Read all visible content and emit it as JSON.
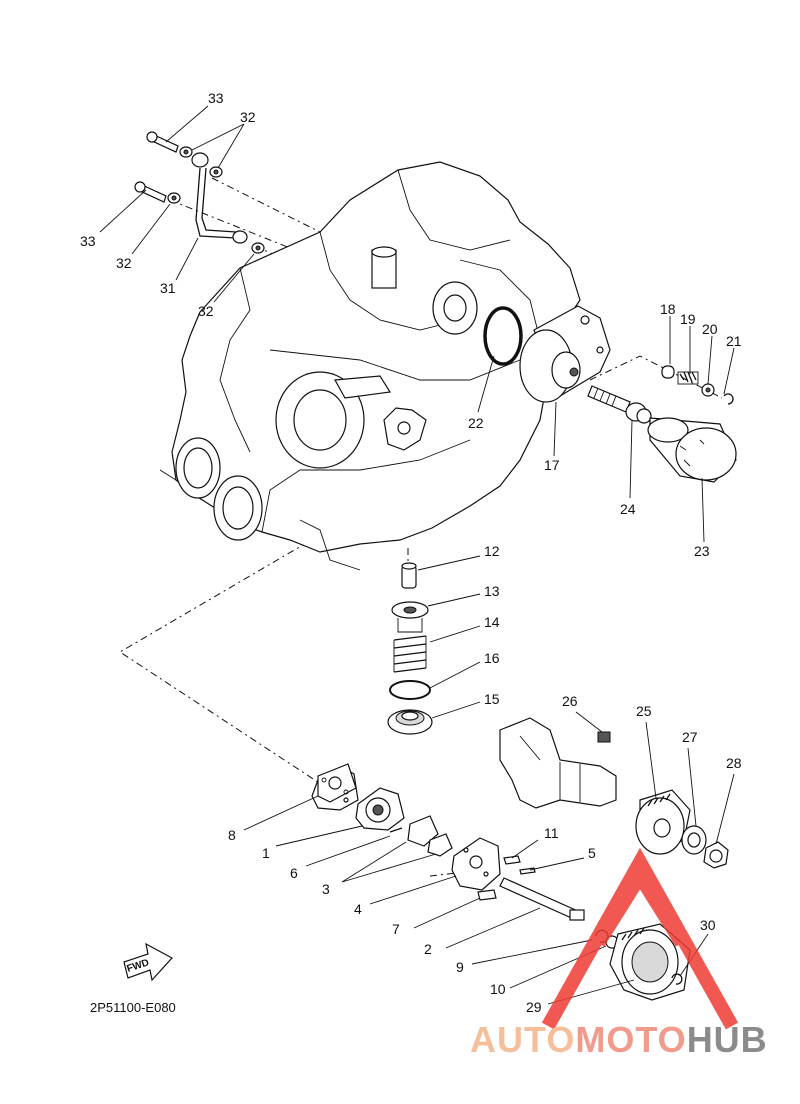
{
  "diagram_code": "2P51100-E080",
  "fwd_label": "FWD",
  "watermark": {
    "part1": "AUTO",
    "part2": "MOTO",
    "part3": "HUB",
    "color1": "#f5b58a",
    "color2": "#ef8a7a",
    "color3": "#777777",
    "triangle_color": "#ee3b33"
  },
  "callouts": [
    {
      "id": "33a",
      "text": "33"
    },
    {
      "id": "32a",
      "text": "32"
    },
    {
      "id": "33b",
      "text": "33"
    },
    {
      "id": "32b",
      "text": "32"
    },
    {
      "id": "31",
      "text": "31"
    },
    {
      "id": "32c",
      "text": "32"
    },
    {
      "id": "22",
      "text": "22"
    },
    {
      "id": "17",
      "text": "17"
    },
    {
      "id": "18",
      "text": "18"
    },
    {
      "id": "19",
      "text": "19"
    },
    {
      "id": "20",
      "text": "20"
    },
    {
      "id": "21",
      "text": "21"
    },
    {
      "id": "24",
      "text": "24"
    },
    {
      "id": "23",
      "text": "23"
    },
    {
      "id": "12",
      "text": "12"
    },
    {
      "id": "13",
      "text": "13"
    },
    {
      "id": "14",
      "text": "14"
    },
    {
      "id": "16",
      "text": "16"
    },
    {
      "id": "15",
      "text": "15"
    },
    {
      "id": "26",
      "text": "26"
    },
    {
      "id": "25",
      "text": "25"
    },
    {
      "id": "27",
      "text": "27"
    },
    {
      "id": "28",
      "text": "28"
    },
    {
      "id": "8",
      "text": "8"
    },
    {
      "id": "1",
      "text": "1"
    },
    {
      "id": "6",
      "text": "6"
    },
    {
      "id": "3",
      "text": "3"
    },
    {
      "id": "4",
      "text": "4"
    },
    {
      "id": "11",
      "text": "11"
    },
    {
      "id": "5",
      "text": "5"
    },
    {
      "id": "7",
      "text": "7"
    },
    {
      "id": "2",
      "text": "2"
    },
    {
      "id": "30",
      "text": "30"
    },
    {
      "id": "9",
      "text": "9"
    },
    {
      "id": "10",
      "text": "10"
    },
    {
      "id": "29",
      "text": "29"
    }
  ]
}
